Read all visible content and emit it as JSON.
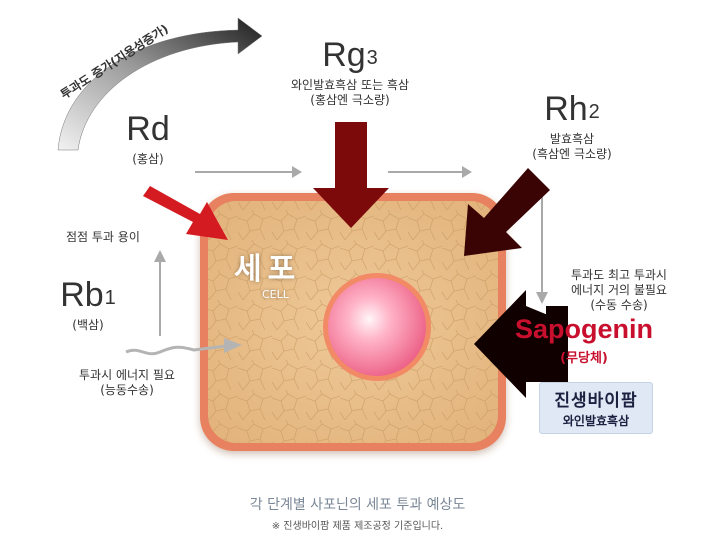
{
  "top_arrow_label": "투과도 증가(지용성증가)",
  "rg3": {
    "name": "Rg",
    "sub": "3",
    "desc1": "와인발효흑삼 또는 흑삼",
    "desc2": "(홍삼엔 극소량)"
  },
  "rd": {
    "name": "Rd",
    "desc": "(홍삼)"
  },
  "rh2": {
    "name": "Rh",
    "sub": "2",
    "desc1": "발효흑삼",
    "desc2": "(흑삼엔 극소량)"
  },
  "rb1": {
    "name": "Rb",
    "sub": "1",
    "desc": "(백삼)"
  },
  "left_up_label": "점점 투과 용이",
  "left_bottom_label1": "투과시 에너지 필요",
  "left_bottom_label2": "(능동수송)",
  "right_label1": "투과도 최고 투과시",
  "right_label2": "에너지 거의 불필요",
  "right_label3": "(수동 수송)",
  "cell": {
    "title": "세포",
    "subtitle": "CELL"
  },
  "sapogenin": {
    "name": "Sapogenin",
    "desc": "(무당체)"
  },
  "badge": {
    "line1": "진생바이팜",
    "line2": "와인발효흑삼"
  },
  "caption": "각 단계별 사포닌의 세포 투과 예상도",
  "note": "※ 진생바이팜 제품 제조공정 기준입니다.",
  "colors": {
    "cell_fill": "#e9c18c",
    "cell_border": "#e0704f",
    "nucleus": "#f06a8c",
    "arrow_rd": "#d51b22",
    "arrow_rg3": "#7d0a0a",
    "arrow_rh2": "#3a0404",
    "arrow_sapogenin": "#110000",
    "sapogenin_text": "#c8102e"
  }
}
